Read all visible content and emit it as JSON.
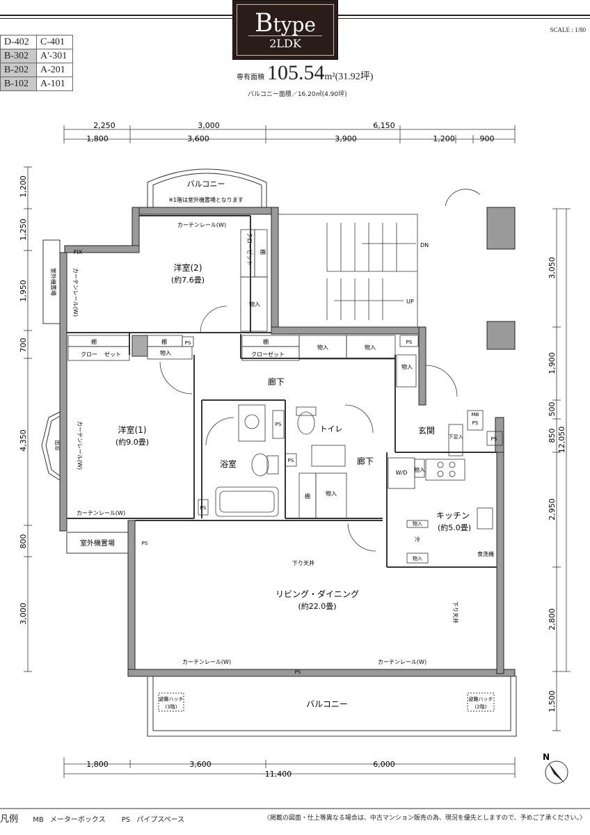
{
  "header": {
    "type_b": "B",
    "type_rest": "type",
    "layout": "2LDK",
    "scale": "SCALE : 1/80"
  },
  "units": [
    [
      "D-402",
      "C-401"
    ],
    [
      "B-302",
      "A'-301"
    ],
    [
      "B-202",
      "A-201"
    ],
    [
      "B-102",
      "A-101"
    ]
  ],
  "area": {
    "label": "専有面積",
    "value": "105.54",
    "unit": "m²",
    "tsubo": "(31.92坪)",
    "balcony": "バルコニー面積／16.20㎡(4.90坪)"
  },
  "dimensions": {
    "top_row1": [
      "2,250",
      "3,000",
      "6,150"
    ],
    "top_row2": [
      "1,800",
      "3,600",
      "3,900",
      "1,200",
      "900"
    ],
    "left": [
      "1,200",
      "1,250",
      "1,950",
      "700",
      "4,350",
      "800",
      "3,000"
    ],
    "right": [
      "3,050",
      "1,900",
      "500",
      "850",
      "2,950",
      "2,800",
      "1,500"
    ],
    "right_total": "12,050",
    "bottom_row1": [
      "1,800",
      "3,600",
      "6,000"
    ],
    "bottom_total": "11,400"
  },
  "rooms": {
    "balcony_top": "バルコニー",
    "balcony_top_note": "※1階は室外機置場となります",
    "western2": "洋室(2)",
    "western2_size": "(約7.6畳)",
    "western1": "洋室(1)",
    "western1_size": "(約9.0畳)",
    "corridor1": "廊下",
    "corridor2": "廊下",
    "entrance": "玄関",
    "toilet": "トイレ",
    "bath": "浴室",
    "kitchen": "キッチン",
    "kitchen_size": "(約5.0畳)",
    "living": "リビング・ダイニング",
    "living_size": "(約22.0畳)",
    "balcony_bottom": "バルコニー",
    "outdoor_unit_left": "室外機置場",
    "outdoor_unit_bottom": "室外機置場",
    "hatch_left": "避難ハッチ",
    "hatch_left_floor": "(3階)",
    "hatch_right": "避難ハッチ",
    "hatch_right_floor": "(2階)"
  },
  "fixtures": {
    "curtain_rail": "カーテンレール(W)",
    "closet": "クローゼット",
    "shelf": "棚",
    "storage": "物入",
    "ps": "PS",
    "mb": "MB",
    "fix": "FIX",
    "wd": "W/D",
    "fridge": "冷",
    "dishwasher": "食洗機",
    "shoebox": "下足入",
    "soffit": "下り天井",
    "bay": "出窓",
    "dn": "DN",
    "up": "UP",
    "clo": "クロー",
    "zet": "ゼット"
  },
  "legend": {
    "title": "凡例",
    "mb_label": "メーターボックス",
    "ps_label": "パイプスペース",
    "note": "〈掲載の図面・仕上等異なる場合は、中古マンション販売の為、現況を優先としますので、予めご了承ください。〉"
  },
  "compass": "N"
}
